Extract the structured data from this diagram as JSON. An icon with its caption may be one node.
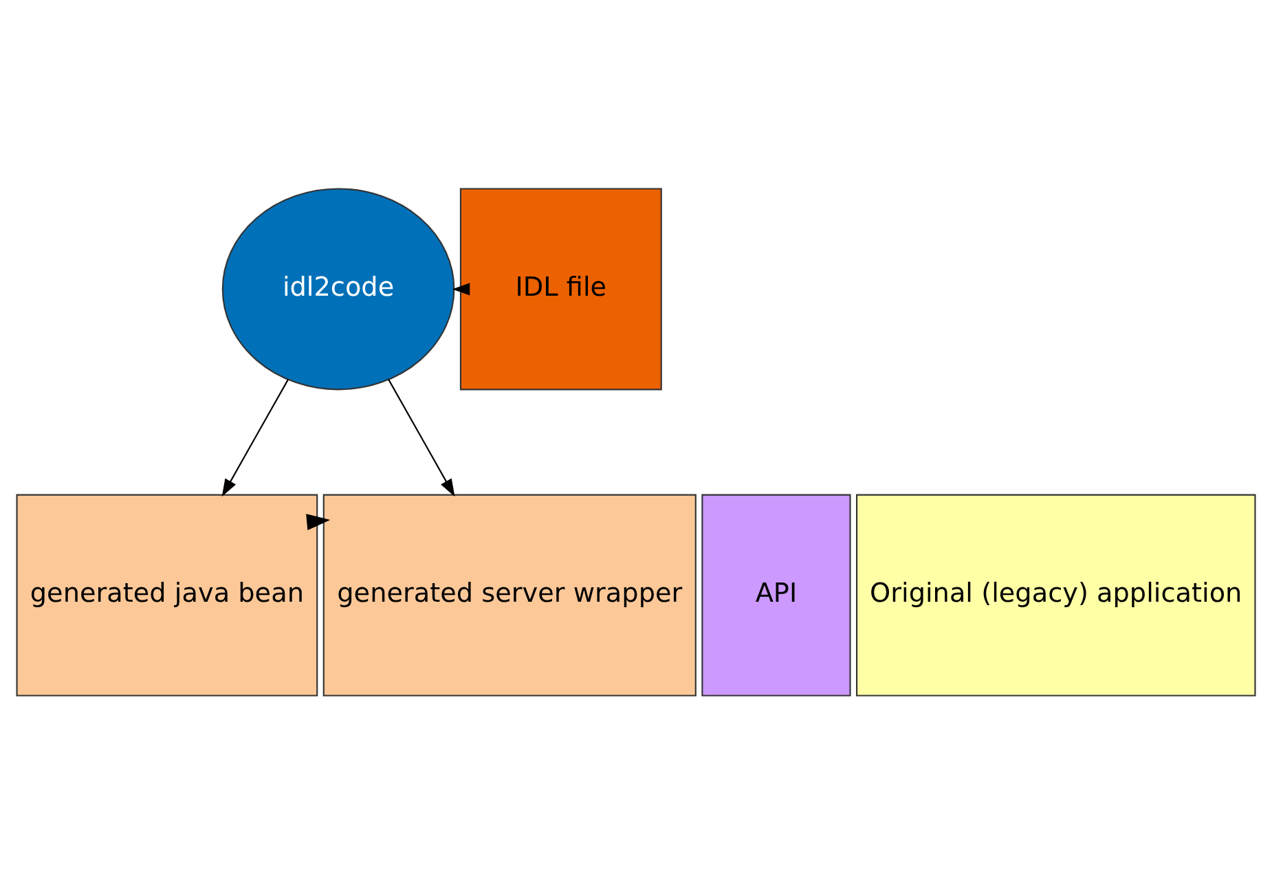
{
  "diagram": {
    "nodes": [
      {
        "text": [
          "idl2code"
        ]
      },
      {
        "text": [
          "IDL file"
        ]
      },
      {
        "text": [
          "generated java bean"
        ]
      },
      {
        "text": [
          "generated server wrapper"
        ]
      },
      {
        "text": [
          "API"
        ]
      },
      {
        "text": [
          "Original (legacy) application"
        ]
      }
    ],
    "edges": [
      {
        "from": 1,
        "to": 0,
        "arrow": "to"
      },
      {
        "from": 0,
        "to": 2,
        "arrow": "to"
      },
      {
        "from": 0,
        "to": 3,
        "arrow": "to"
      },
      {
        "from": 2,
        "to": 3,
        "arrow": "to",
        "style": "thick"
      }
    ]
  }
}
